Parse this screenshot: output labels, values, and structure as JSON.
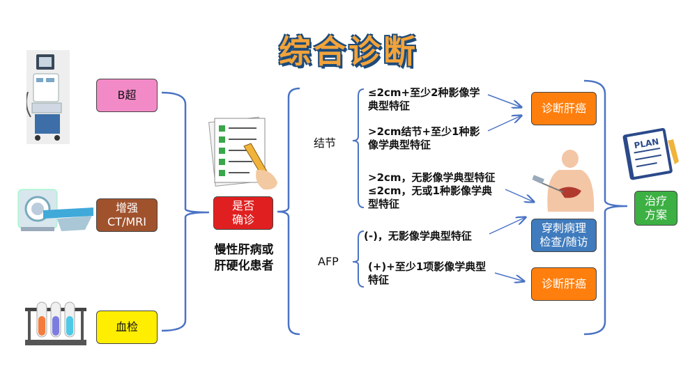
{
  "title": "综合诊断",
  "inputs": {
    "b_ultrasound": "B超",
    "ct_mri": "增强\nCT/MRI",
    "blood_test": "血检"
  },
  "center": {
    "confirm_box": "是否\n确诊",
    "patient_label": "慢性肝病或\n肝硬化患者"
  },
  "branches": {
    "nodule_label": "结节",
    "afp_label": "AFP",
    "criteria": {
      "c1": "≤2cm+至少2种影像学\n典型特征",
      "c2": ">2cm结节+至少1种影\n像学典型特征",
      "c3": ">2cm，无影像学典型特征\n≤2cm，无或1种影像学典\n型特征",
      "c4": "(-)，无影像学典型特征",
      "c5": "(+)+至少1项影像学典型\n特征"
    }
  },
  "outcomes": {
    "diagnose_top": "诊断肝癌",
    "biopsy": "穿刺病理\n检查/随访",
    "diagnose_bottom": "诊断肝癌",
    "treatment": "治疗\n方案"
  },
  "icons": {
    "plan_board_text": "PLAN"
  },
  "colors": {
    "pink": "#f38ac8",
    "brown": "#a0522d",
    "yellow": "#ffee00",
    "red": "#e02020",
    "orange": "#ff7f0e",
    "blue_box": "#3f7bbd",
    "green": "#3cb043",
    "bracket": "#4a73c4",
    "arrow": "#4a73c4"
  }
}
